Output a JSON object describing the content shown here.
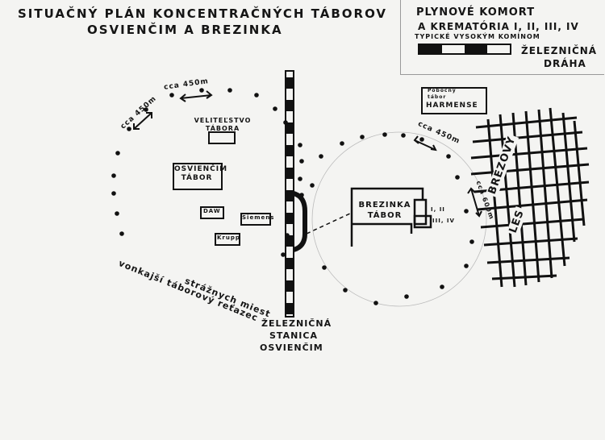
{
  "title": {
    "line1": "SITUAČNÝ PLÁN KONCENTRAČNÝCH TÁBOROV",
    "line2": "OSVIENČIM A BREZINKA"
  },
  "legend": {
    "gas_line1": "PLYNOVÉ KOMORT",
    "gas_line2": "A KREMATÓRIA I, II, III, IV",
    "gas_line3": "TYPICKÉ VYSOKÝM KOMÍNOM",
    "railway_line1": "ŽELEZNIČNÁ",
    "railway_line2": "DRÁHA"
  },
  "left_camp": {
    "command": "VELITEĽSTVO TÁBORA",
    "camp": "OSVIENČIM TÁBOR",
    "dAW": "DAW",
    "siemens": "Siemens",
    "krupp": "Krupp",
    "dist1": "cca 450m",
    "dist2": "cca 450m",
    "chain_line1": "vonkajší táborový reťazec",
    "chain_line2": "strážnych miest"
  },
  "station": {
    "line1": "ŽELEZNIČNÁ",
    "line2": "STANICA",
    "line3": "OSVIENČIM"
  },
  "right_camp": {
    "harmense_line1": "Pobočný tábor",
    "harmense_line2": "HARMENSE",
    "brezinka": "BREZINKA TÁBOR",
    "crem1": "I, II",
    "crem2": "III, IV",
    "dist_top": "cca 450m",
    "dist_side": "cca 600m",
    "forest_line1": "BREZOVÝ",
    "forest_line2": "LES"
  }
}
